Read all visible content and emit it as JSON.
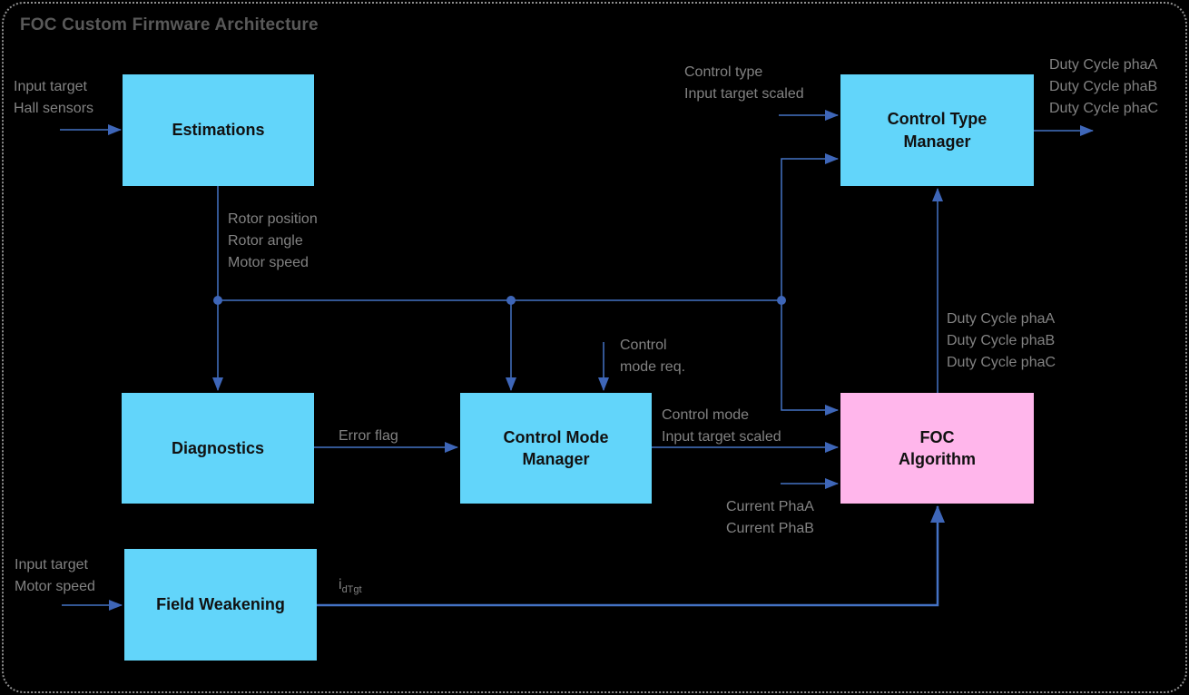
{
  "title": "FOC Custom Firmware Architecture",
  "colors": {
    "bg": "#000000",
    "box_cyan": "#62D5FA",
    "box_pink": "#FFB6EB",
    "line_blue": "#4472C4",
    "arrow_blue": "#3E66B8",
    "label_gray": "#828282",
    "title_gray": "#595959",
    "box_text": "#111111",
    "border_dot_gray": "#8F8F8F"
  },
  "blocks": {
    "estimations": {
      "label": "Estimations"
    },
    "control_type_manager": {
      "label": "Control Type\nManager"
    },
    "diagnostics": {
      "label": "Diagnostics"
    },
    "control_mode_manager": {
      "label": "Control Mode\nManager"
    },
    "foc_algorithm": {
      "label": "FOC\nAlgorithm"
    },
    "field_weakening": {
      "label": "Field Weakening"
    }
  },
  "labels": {
    "estimations_inputs": "Input target\nHall sensors",
    "rotor_outputs": "Rotor position\nRotor angle\nMotor speed",
    "ctm_inputs": "Control type\nInput target scaled",
    "duty_outputs": "Duty Cycle phaA\nDuty Cycle phaB\nDuty Cycle phaC",
    "control_mode_req": "Control\nmode req.",
    "error_flag": "Error flag",
    "cmm_outputs": "Control mode\nInput target scaled",
    "current_inputs": "Current PhaA\nCurrent PhaB",
    "foc_duty_feedback": "Duty Cycle phaA\nDuty Cycle phaB\nDuty Cycle phaC",
    "idtgt_base": "i",
    "idtgt_sub": "dTgt",
    "fw_inputs": "Input target\nMotor speed"
  }
}
